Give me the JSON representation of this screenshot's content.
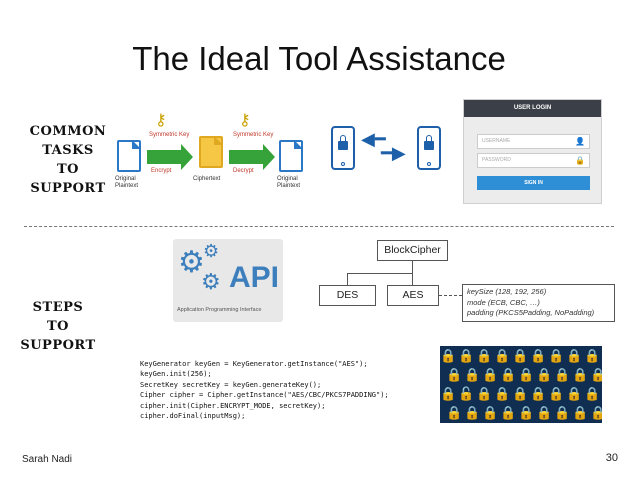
{
  "slide": {
    "title": "The Ideal Tool Assistance",
    "common_tasks_label": "Common\nTasks\nto\nSupport",
    "steps_label": "Steps\nto\nSupport",
    "author": "Sarah Nadi",
    "page_number": "30"
  },
  "flow": {
    "key_label_1": "Symmetric Key",
    "key_label_2": "Symmetric Key",
    "encrypt_label": "Encrypt",
    "decrypt_label": "Decrypt",
    "original_plaintext": "Original\nPlaintext",
    "ciphertext": "Ciphertext",
    "original_plaintext_out": "Original\nPlaintext"
  },
  "login": {
    "header": "USER LOGIN",
    "username_placeholder": "USERNAME",
    "password_placeholder": "PASSWORD",
    "signin_label": "SIGN IN"
  },
  "api": {
    "label": "API",
    "subtitle": "Application Programming Interface"
  },
  "hierarchy": {
    "parent": "BlockCipher",
    "child_1": "DES",
    "child_2": "AES",
    "params": "keySize (128, 192, 256)\nmode (ECB, CBC, …)\npadding (PKCS5Padding, NoPadding)"
  },
  "code": {
    "lines": [
      "KeyGenerator keyGen = KeyGenerator.getInstance(\"AES\");",
      "keyGen.init(256);",
      "SecretKey secretKey = keyGen.generateKey();",
      "Cipher cipher = Cipher.getInstance(\"AES/CBC/PKCS7PADDING\");",
      "cipher.init(Cipher.ENCRYPT_MODE, secretKey);",
      "cipher.doFinal(inputMsg);"
    ]
  },
  "colors": {
    "accent_blue": "#2b78c6",
    "arrow_green": "#35a23a",
    "key_gold": "#c9a100"
  },
  "icons": [
    "key-icon",
    "document-icon",
    "phone-lock-icon",
    "user-icon",
    "lock-icon",
    "gear-icon"
  ]
}
